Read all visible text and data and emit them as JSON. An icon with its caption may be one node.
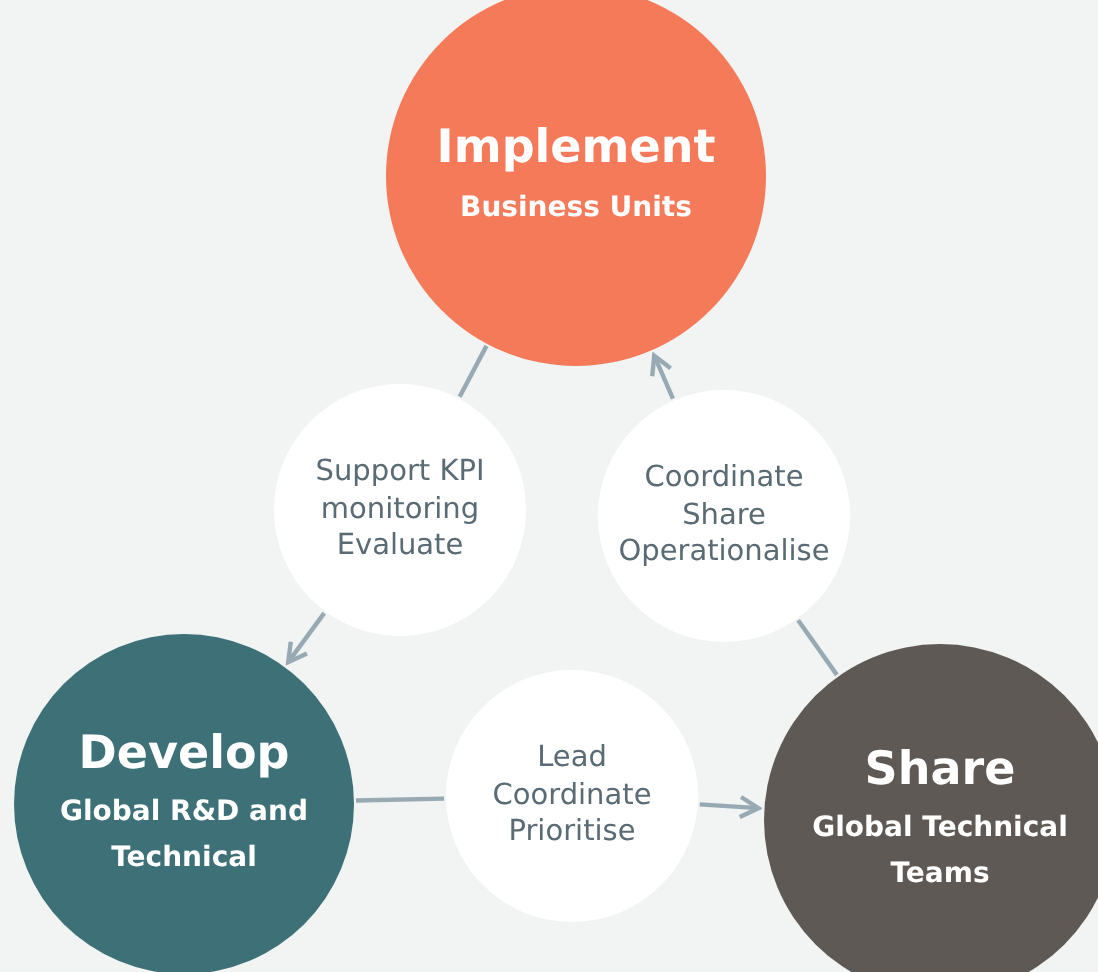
{
  "diagram": {
    "nodes": [
      {
        "text": [
          "Implement",
          "Business Units"
        ]
      },
      {
        "text": [
          "Support KPI monitoring Evaluate"
        ]
      },
      {
        "text": [
          "Coordinate Share Operationalise"
        ]
      },
      {
        "text": [
          "Develop",
          "Global R&D and Technical"
        ]
      },
      {
        "text": [
          "Lead Coordinate Prioritise"
        ]
      },
      {
        "text": [
          "Share",
          "Global Technical Teams"
        ]
      }
    ],
    "edges": [
      {
        "from": 0,
        "to": 1,
        "arrow": "none"
      },
      {
        "from": 1,
        "to": 3,
        "arrow": "to"
      },
      {
        "from": 3,
        "to": 4,
        "arrow": "none"
      },
      {
        "from": 4,
        "to": 5,
        "arrow": "to"
      },
      {
        "from": 5,
        "to": 2,
        "arrow": "none"
      },
      {
        "from": 2,
        "to": 0,
        "arrow": "to"
      }
    ]
  }
}
